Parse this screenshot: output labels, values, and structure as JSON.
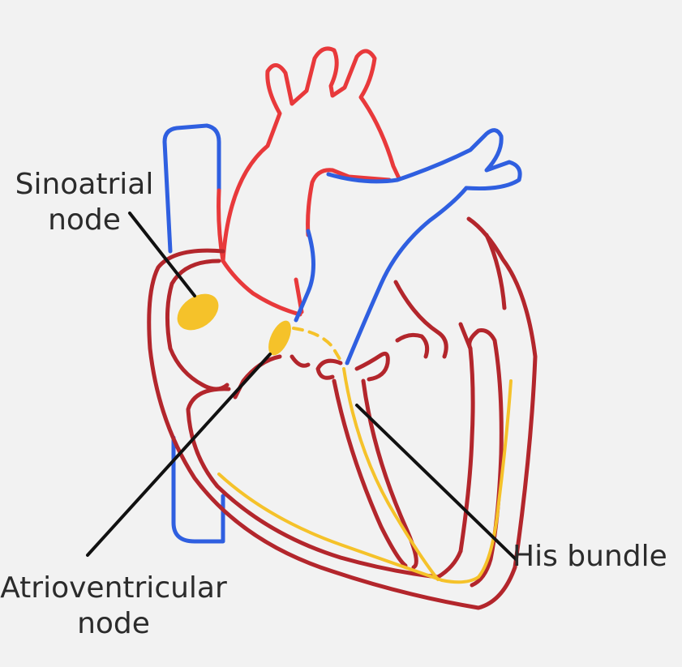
{
  "labels": {
    "sinoatrial": {
      "line1": "Sinoatrial",
      "line2": "node"
    },
    "atrioventricular": {
      "line1": "Atrioventricular",
      "line2": "node"
    },
    "his_bundle": "His bundle"
  },
  "colors": {
    "background": "#f2f2f2",
    "arteries": "#e8393b",
    "veins": "#2f5fe0",
    "heart_wall": "#b3262c",
    "conduction": "#f5c22a",
    "leader_lines": "#111111",
    "text": "#2b2b2b"
  }
}
